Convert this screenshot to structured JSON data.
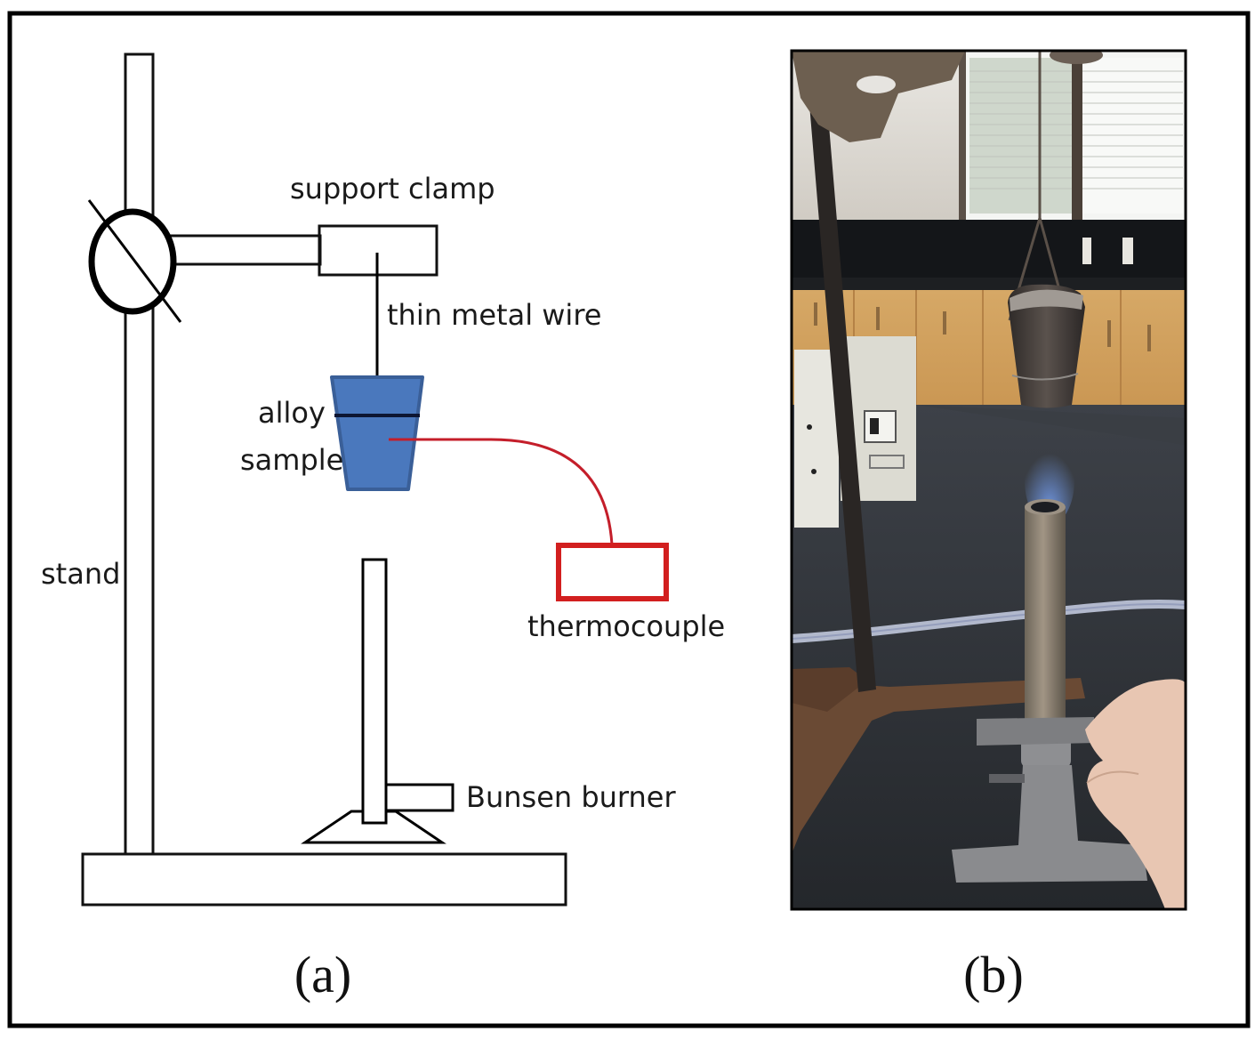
{
  "figure": {
    "panels": [
      {
        "id": "a",
        "type": "schematic-diagram",
        "caption": "(a)",
        "labels": {
          "support_clamp": "support clamp",
          "thin_metal_wire": "thin metal wire",
          "alloy_sample_line1": "alloy",
          "alloy_sample_line2": "sample",
          "stand": "stand",
          "thermocouple": "thermocouple",
          "bunsen_burner": "Bunsen burner"
        },
        "colors": {
          "alloy_sample_fill": "#4a78bd",
          "alloy_sample_edge": "#3a5f98",
          "thermocouple": "#d21f1f",
          "line": "#111111"
        }
      },
      {
        "id": "b",
        "type": "photograph",
        "caption": "(b)",
        "description": "Photo of alloy sample hanging from a wire over a lit Bunsen burner on a lab bench with a ring stand"
      }
    ]
  }
}
